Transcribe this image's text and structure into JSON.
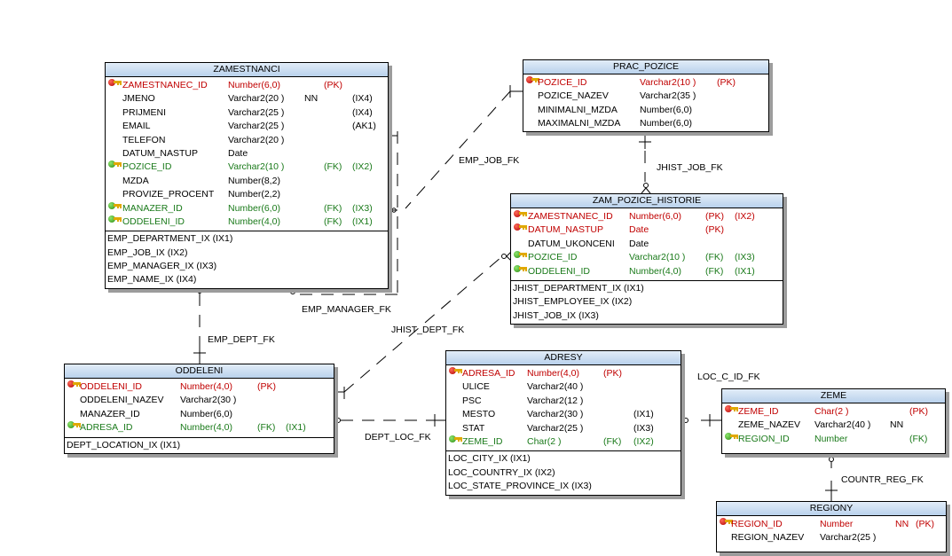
{
  "diagram": {
    "type": "entity-relationship",
    "colors": {
      "pk_text": "#c00000",
      "fk_text": "#1a7a1a",
      "header_bg": "#b9d1ec",
      "shadow": "#9c9c9c"
    }
  },
  "entities": {
    "zamestnanci": {
      "name": "ZAMESTNANCI",
      "columns": [
        {
          "kind": "pk",
          "name": "ZAMESTNANEC_ID",
          "type": "Number(6,0)",
          "nn": "",
          "key": "(PK)",
          "idx": ""
        },
        {
          "kind": "nn",
          "name": "JMENO",
          "type": "Varchar2(20 )",
          "nn": "NN",
          "key": "",
          "idx": "(IX4)"
        },
        {
          "kind": "nn",
          "name": "PRIJMENI",
          "type": "Varchar2(25 )",
          "nn": "",
          "key": "",
          "idx": "(IX4)"
        },
        {
          "kind": "nn",
          "name": "EMAIL",
          "type": "Varchar2(25 )",
          "nn": "",
          "key": "",
          "idx": "(AK1)"
        },
        {
          "kind": "nn",
          "name": "TELEFON",
          "type": "Varchar2(20 )",
          "nn": "",
          "key": "",
          "idx": ""
        },
        {
          "kind": "nn",
          "name": "DATUM_NASTUP",
          "type": "Date",
          "nn": "",
          "key": "",
          "idx": ""
        },
        {
          "kind": "fk",
          "name": "POZICE_ID",
          "type": "Varchar2(10 )",
          "nn": "",
          "key": "(FK)",
          "idx": "(IX2)"
        },
        {
          "kind": "nn",
          "name": "MZDA",
          "type": "Number(8,2)",
          "nn": "",
          "key": "",
          "idx": ""
        },
        {
          "kind": "nn",
          "name": "PROVIZE_PROCENT",
          "type": "Number(2,2)",
          "nn": "",
          "key": "",
          "idx": ""
        },
        {
          "kind": "fk",
          "name": "MANAZER_ID",
          "type": "Number(6,0)",
          "nn": "",
          "key": "(FK)",
          "idx": "(IX3)"
        },
        {
          "kind": "fk",
          "name": "ODDELENI_ID",
          "type": "Number(4,0)",
          "nn": "",
          "key": "(FK)",
          "idx": "(IX1)"
        }
      ],
      "indexes": [
        "EMP_DEPARTMENT_IX (IX1)",
        "EMP_JOB_IX (IX2)",
        "EMP_MANAGER_IX (IX3)",
        "EMP_NAME_IX (IX4)"
      ]
    },
    "prac_pozice": {
      "name": "PRAC_POZICE",
      "columns": [
        {
          "kind": "pk",
          "name": "POZICE_ID",
          "type": "Varchar2(10 )",
          "nn": "",
          "key": "(PK)",
          "idx": ""
        },
        {
          "kind": "nn",
          "name": "POZICE_NAZEV",
          "type": "Varchar2(35 )",
          "nn": "",
          "key": "",
          "idx": ""
        },
        {
          "kind": "nn",
          "name": "MINIMALNI_MZDA",
          "type": "Number(6,0)",
          "nn": "",
          "key": "",
          "idx": ""
        },
        {
          "kind": "nn",
          "name": "MAXIMALNI_MZDA",
          "type": "Number(6,0)",
          "nn": "",
          "key": "",
          "idx": ""
        }
      ],
      "indexes": []
    },
    "zam_pozice_historie": {
      "name": "ZAM_POZICE_HISTORIE",
      "columns": [
        {
          "kind": "pk",
          "name": "ZAMESTNANEC_ID",
          "type": "Number(6,0)",
          "nn": "",
          "key": "(PK)",
          "idx": "(IX2)"
        },
        {
          "kind": "pk",
          "name": "DATUM_NASTUP",
          "type": "Date",
          "nn": "",
          "key": "(PK)",
          "idx": ""
        },
        {
          "kind": "nn",
          "name": "DATUM_UKONCENI",
          "type": "Date",
          "nn": "",
          "key": "",
          "idx": ""
        },
        {
          "kind": "fk",
          "name": "POZICE_ID",
          "type": "Varchar2(10 )",
          "nn": "",
          "key": "(FK)",
          "idx": "(IX3)"
        },
        {
          "kind": "fk",
          "name": "ODDELENI_ID",
          "type": "Number(4,0)",
          "nn": "",
          "key": "(FK)",
          "idx": "(IX1)"
        }
      ],
      "indexes": [
        "JHIST_DEPARTMENT_IX (IX1)",
        "JHIST_EMPLOYEE_IX (IX2)",
        "JHIST_JOB_IX (IX3)"
      ]
    },
    "oddeleni": {
      "name": "ODDELENI",
      "columns": [
        {
          "kind": "pk",
          "name": "ODDELENI_ID",
          "type": "Number(4,0)",
          "nn": "",
          "key": "(PK)",
          "idx": ""
        },
        {
          "kind": "nn",
          "name": "ODDELENI_NAZEV",
          "type": "Varchar2(30 )",
          "nn": "",
          "key": "",
          "idx": ""
        },
        {
          "kind": "nn",
          "name": "MANAZER_ID",
          "type": "Number(6,0)",
          "nn": "",
          "key": "",
          "idx": ""
        },
        {
          "kind": "fk",
          "name": "ADRESA_ID",
          "type": "Number(4,0)",
          "nn": "",
          "key": "(FK)",
          "idx": "(IX1)"
        }
      ],
      "indexes": [
        "DEPT_LOCATION_IX (IX1)"
      ]
    },
    "adresy": {
      "name": "ADRESY",
      "columns": [
        {
          "kind": "pk",
          "name": "ADRESA_ID",
          "type": "Number(4,0)",
          "nn": "",
          "key": "(PK)",
          "idx": ""
        },
        {
          "kind": "nn",
          "name": "ULICE",
          "type": "Varchar2(40 )",
          "nn": "",
          "key": "",
          "idx": ""
        },
        {
          "kind": "nn",
          "name": "PSC",
          "type": "Varchar2(12 )",
          "nn": "",
          "key": "",
          "idx": ""
        },
        {
          "kind": "nn",
          "name": "MESTO",
          "type": "Varchar2(30 )",
          "nn": "",
          "key": "",
          "idx": "(IX1)"
        },
        {
          "kind": "nn",
          "name": "STAT",
          "type": "Varchar2(25 )",
          "nn": "",
          "key": "",
          "idx": "(IX3)"
        },
        {
          "kind": "fk",
          "name": "ZEME_ID",
          "type": "Char(2 )",
          "nn": "",
          "key": "(FK)",
          "idx": "(IX2)"
        }
      ],
      "indexes": [
        "LOC_CITY_IX (IX1)",
        "LOC_COUNTRY_IX (IX2)",
        "LOC_STATE_PROVINCE_IX (IX3)"
      ]
    },
    "zeme": {
      "name": "ZEME",
      "columns": [
        {
          "kind": "pk",
          "name": "ZEME_ID",
          "type": "Char(2 )",
          "nn": "",
          "key": "(PK)",
          "idx": ""
        },
        {
          "kind": "nn",
          "name": "ZEME_NAZEV",
          "type": "Varchar2(40 )",
          "nn": "NN",
          "key": "",
          "idx": ""
        },
        {
          "kind": "fk",
          "name": "REGION_ID",
          "type": "Number",
          "nn": "",
          "key": "(FK)",
          "idx": ""
        }
      ],
      "indexes": []
    },
    "regiony": {
      "name": "REGIONY",
      "columns": [
        {
          "kind": "pk",
          "name": "REGION_ID",
          "type": "Number",
          "nn": "NN",
          "key": "(PK)",
          "idx": ""
        },
        {
          "kind": "nn",
          "name": "REGION_NAZEV",
          "type": "Varchar2(25 )",
          "nn": "",
          "key": "",
          "idx": ""
        }
      ],
      "indexes": []
    }
  },
  "relationships": {
    "emp_job_fk": {
      "label": "EMP_JOB_FK",
      "parent": "PRAC_POZICE",
      "child": "ZAMESTNANCI"
    },
    "emp_manager_fk": {
      "label": "EMP_MANAGER_FK",
      "parent": "ZAMESTNANCI",
      "child": "ZAMESTNANCI"
    },
    "emp_dept_fk": {
      "label": "EMP_DEPT_FK",
      "parent": "ODDELENI",
      "child": "ZAMESTNANCI"
    },
    "jhist_job_fk": {
      "label": "JHIST_JOB_FK",
      "parent": "PRAC_POZICE",
      "child": "ZAM_POZICE_HISTORIE"
    },
    "jhist_dept_fk": {
      "label": "JHIST_DEPT_FK",
      "parent": "ODDELENI",
      "child": "ZAM_POZICE_HISTORIE"
    },
    "dept_loc_fk": {
      "label": "DEPT_LOC_FK",
      "parent": "ADRESY",
      "child": "ODDELENI"
    },
    "loc_c_id_fk": {
      "label": "LOC_C_ID_FK",
      "parent": "ZEME",
      "child": "ADRESY"
    },
    "countr_reg_fk": {
      "label": "COUNTR_REG_FK",
      "parent": "REGIONY",
      "child": "ZEME"
    }
  }
}
